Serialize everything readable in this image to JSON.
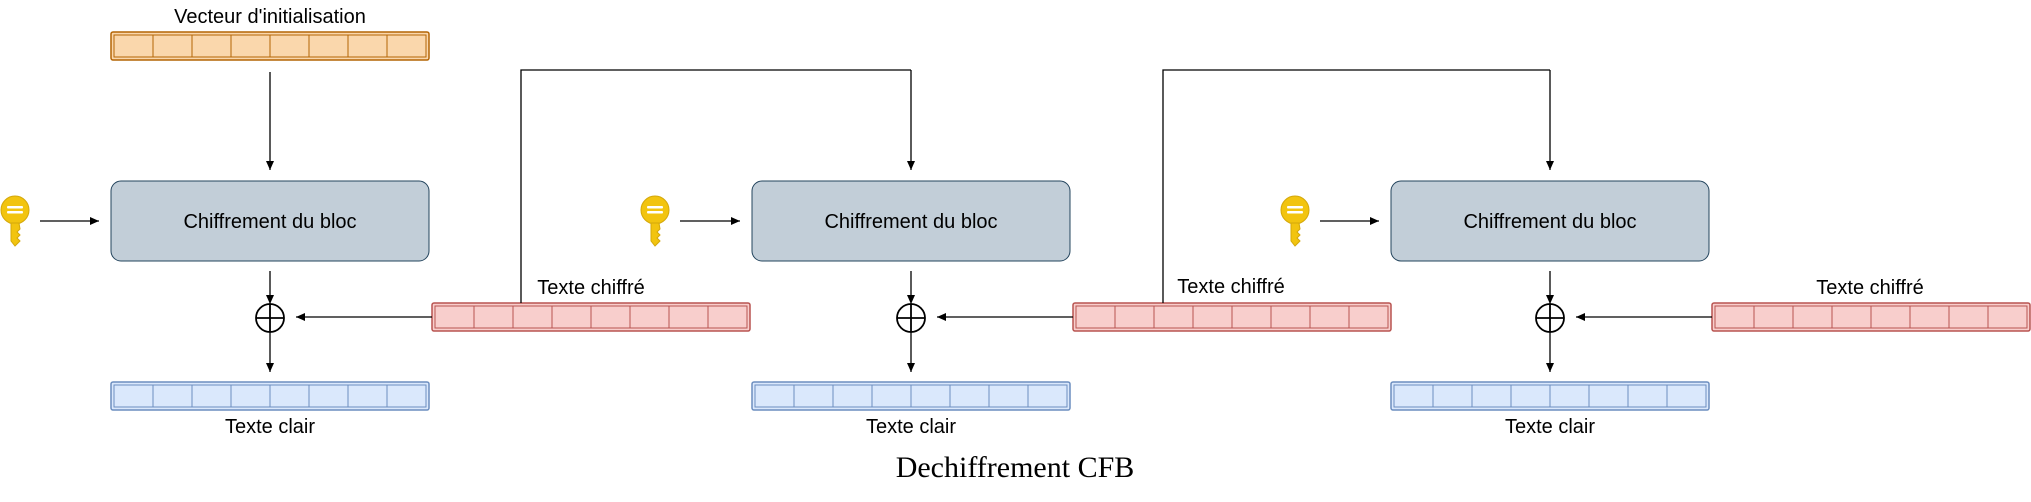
{
  "diagram": {
    "title": "Dechiffrement CFB",
    "iv_label": "Vecteur d'initialisation",
    "block_label": "Chiffrement du bloc",
    "ciphertext_label": "Texte chiffré",
    "plaintext_label": "Texte clair",
    "cells_per_register": 8,
    "colors": {
      "iv_fill": "#fad7ac",
      "iv_stroke": "#b46504",
      "cipher_fill": "#f8cecc",
      "cipher_stroke": "#b85450",
      "plain_fill": "#dae8fc",
      "plain_stroke": "#6c8ebf",
      "block_fill": "#c2ced8",
      "block_stroke": "#23445d",
      "key": "#f2c40f"
    },
    "icons": [
      "key-icon",
      "xor-icon",
      "arrow"
    ]
  }
}
